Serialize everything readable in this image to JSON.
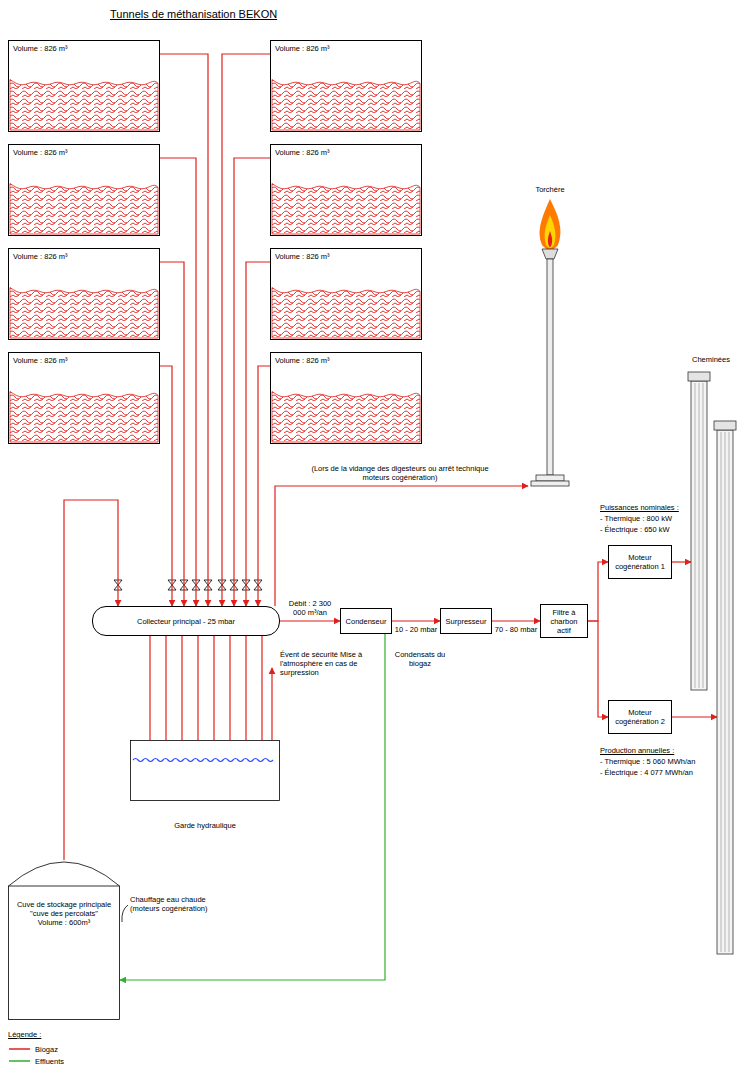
{
  "diagram": {
    "title": "Tunnels de méthanisation BEKON",
    "nodes": [
      {
        "text": [
          "Volume : 826 m³"
        ]
      },
      {
        "text": [
          "Volume : 826 m³"
        ]
      },
      {
        "text": [
          "Volume : 826 m³"
        ]
      },
      {
        "text": [
          "Volume : 826 m³"
        ]
      },
      {
        "text": [
          "Volume : 826 m³"
        ]
      },
      {
        "text": [
          "Volume : 826 m³"
        ]
      },
      {
        "text": [
          "Volume : 826 m³"
        ]
      },
      {
        "text": [
          "Volume : 826 m³"
        ]
      },
      {
        "text": [
          "Torchère"
        ]
      },
      {
        "text": [
          "Cheminées"
        ]
      },
      {
        "text": [
          "Collecteur principal - 25 mbar"
        ]
      },
      {
        "text": [
          "Condenseur"
        ]
      },
      {
        "text": [
          "Surpresseur"
        ]
      },
      {
        "text": [
          "Filtre à charbon actif"
        ]
      },
      {
        "text": [
          "Moteur cogénération 1"
        ]
      },
      {
        "text": [
          "Moteur cogénération 2"
        ]
      },
      {
        "text": [
          "Garde hydraulique"
        ]
      },
      {
        "text": [
          "Cuve de stockage principale",
          "\"cuve des percolats\"",
          "Volume : 600m³"
        ]
      }
    ],
    "edges": [
      {
        "from": 0,
        "to": 10,
        "arrow": "to"
      },
      {
        "from": 1,
        "to": 10,
        "arrow": "to"
      },
      {
        "from": 2,
        "to": 10,
        "arrow": "to"
      },
      {
        "from": 3,
        "to": 10,
        "arrow": "to"
      },
      {
        "from": 4,
        "to": 10,
        "arrow": "to"
      },
      {
        "from": 5,
        "to": 10,
        "arrow": "to"
      },
      {
        "from": 6,
        "to": 10,
        "arrow": "to"
      },
      {
        "from": 7,
        "to": 10,
        "arrow": "to"
      },
      {
        "from": 17,
        "to": 10,
        "arrow": "to"
      },
      {
        "from": 10,
        "to": 11,
        "label": "Débit : 2 300 000 m³/an",
        "arrow": "to"
      },
      {
        "from": 10,
        "to": 8,
        "label": "(Lors de la vidange des digesteurs ou arrêt technique moteurs cogénération)",
        "arrow": "to"
      },
      {
        "from": 11,
        "to": 12,
        "label": "10 - 20 mbar",
        "arrow": "to"
      },
      {
        "from": 12,
        "to": 13,
        "label": "70 - 80 mbar",
        "arrow": "to"
      },
      {
        "from": 13,
        "to": 14,
        "arrow": "to"
      },
      {
        "from": 13,
        "to": 15,
        "arrow": "to"
      },
      {
        "from": 14,
        "to": 9,
        "arrow": "to"
      },
      {
        "from": 15,
        "to": 9,
        "arrow": "to"
      },
      {
        "from": 10,
        "to": 16,
        "arrow": "none"
      },
      {
        "from": 10,
        "to": 16,
        "arrow": "none"
      },
      {
        "from": 10,
        "to": 16,
        "arrow": "none"
      },
      {
        "from": 10,
        "to": 16,
        "arrow": "none"
      },
      {
        "from": 10,
        "to": 16,
        "arrow": "none"
      },
      {
        "from": 10,
        "to": 16,
        "arrow": "none"
      },
      {
        "from": 10,
        "to": 16,
        "arrow": "none"
      },
      {
        "from": 10,
        "to": 16,
        "arrow": "none"
      },
      {
        "from": 11,
        "to": 17,
        "label": "Condensats du biogaz",
        "arrow": "to"
      }
    ],
    "labels": [
      "Puissances nominales :",
      "- Thermique : 800 kW",
      "- Électrique : 650 kW",
      "Production annuelles :",
      "- Thermique : 5 060 MWh/an",
      "- Électrique : 4 077 MWh/an",
      "Évent de sécurité Mise à l'atmosphère en cas de surpression",
      "Chauffage eau chaude (moteurs cogénération)",
      "Légende :"
    ],
    "legend": [
      {
        "text": "Biogaz"
      },
      {
        "text": "Effluents"
      }
    ]
  }
}
